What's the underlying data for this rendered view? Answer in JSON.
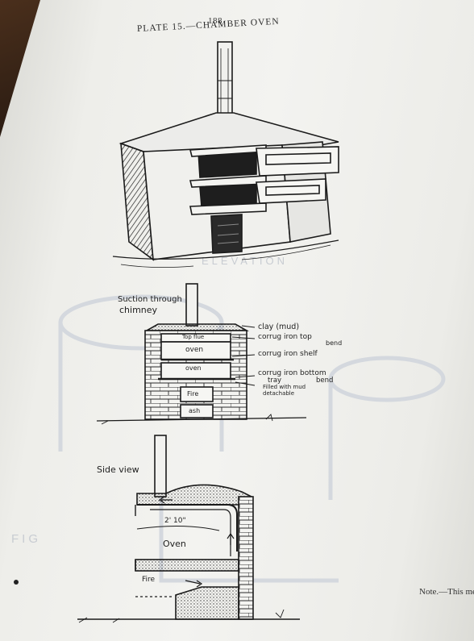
{
  "header": {
    "page_number": "188",
    "plate_title": "PLATE 15.—CHAMBER OVEN"
  },
  "section_view": {
    "caption_line1": "Suction through",
    "caption_line2": "chimney",
    "inner_labels": {
      "top_flue": "Top flue",
      "oven_upper": "oven",
      "oven_lower": "oven",
      "fire": "Fire",
      "ash": "ash"
    },
    "callouts": {
      "clay": "clay (mud)",
      "top_bend_line1": "corrug iron top",
      "top_bend_line2": "bend",
      "shelf": "corrug iron shelf",
      "bottom_tray_line1": "corrug iron bottom",
      "bottom_tray_line2": "tray",
      "bottom_tray_line3": "bend",
      "bottom_tray_line4": "Filled with mud",
      "bottom_tray_line5": "detachable"
    }
  },
  "side_view": {
    "caption": "Side view",
    "dimension": "2' 10\"",
    "oven": "Oven",
    "fire": "Fire"
  },
  "bleed_through": {
    "elevation": "ELEVATION",
    "fig": "FIG"
  },
  "footnote": "Note.—This method"
}
